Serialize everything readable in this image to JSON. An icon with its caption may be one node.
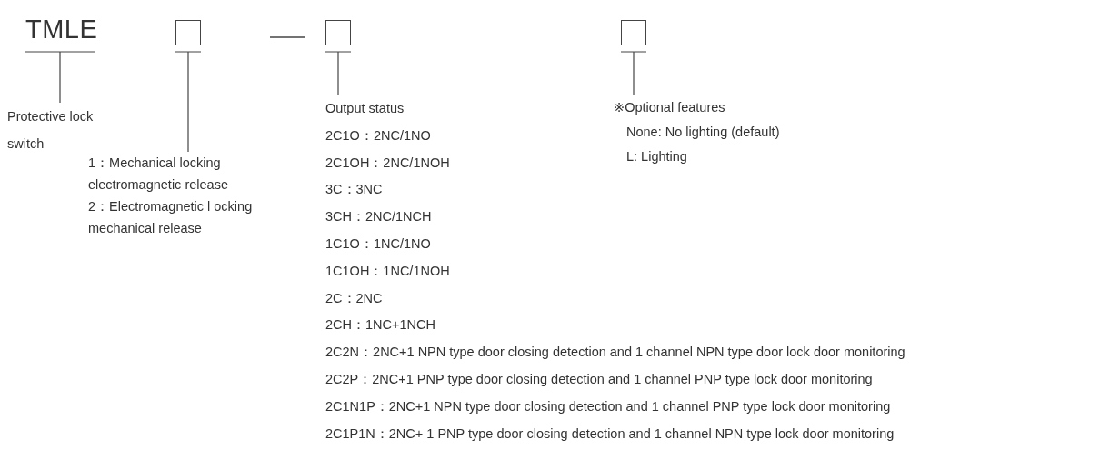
{
  "diagram": {
    "nodes": [
      {
        "text": [
          "TMLE"
        ]
      },
      {
        "text": [],
        "shape": "box"
      },
      {
        "text": [],
        "shape": "box"
      },
      {
        "text": [],
        "shape": "box"
      },
      {
        "text": [
          "Protective lock switch"
        ]
      },
      {
        "text": [
          "1：Mechanical locking electromagnetic release",
          "2：Electromagnetic l ocking mechanical release"
        ]
      },
      {
        "text": [
          "Output status",
          "2C1O：2NC/1NO",
          "2C1OH：2NC/1NOH",
          "3C：3NC",
          "3CH：2NC/1NCH",
          "1C1O：1NC/1NO",
          "1C1OH：1NC/1NOH",
          "2C：2NC",
          "2CH：1NC+1NCH",
          "2C2N：2NC+1 NPN type door closing detection and 1 channel NPN type door lock door monitoring",
          "2C2P：2NC+1 PNP type door closing detection and 1 channel PNP type lock door monitoring",
          "2C1N1P：2NC+1 NPN type door closing detection and 1 channel PNP type lock door monitoring",
          "2C1P1N：2NC+ 1 PNP type door closing detection and 1 channel NPN type lock door monitoring"
        ]
      },
      {
        "text": [
          "※Optional features",
          "None: No lighting (default)",
          "L: Lighting"
        ]
      }
    ],
    "edges": [
      {
        "from": 0,
        "to": 4,
        "arrow": "none"
      },
      {
        "from": 1,
        "to": 5,
        "arrow": "none"
      },
      {
        "from": 2,
        "to": 6,
        "arrow": "none"
      },
      {
        "from": 3,
        "to": 7,
        "arrow": "none"
      }
    ]
  }
}
